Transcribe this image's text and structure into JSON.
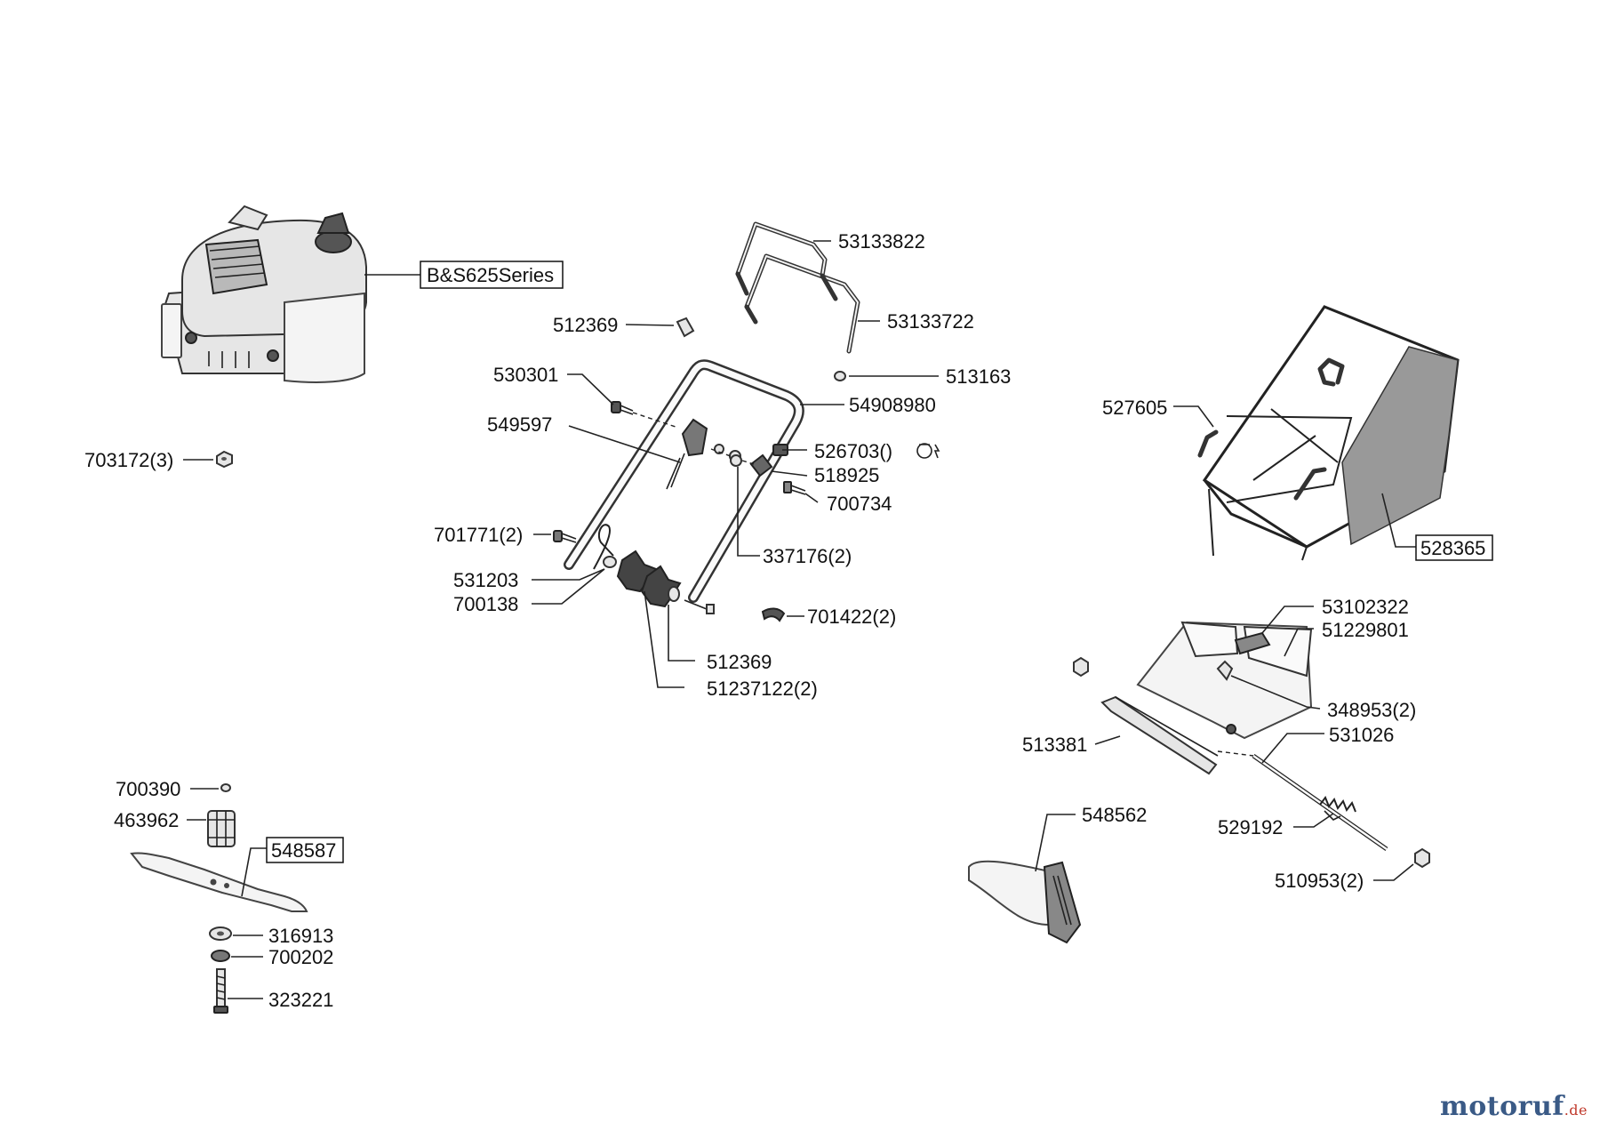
{
  "parts": {
    "engine": "B&S625Series",
    "p703172": "703172(3)",
    "p53133822": "53133822",
    "p53133722": "53133722",
    "p512369a": "512369",
    "p513163": "513163",
    "p530301": "530301",
    "p54908980": "54908980",
    "p549597": "549597",
    "p526703": "526703()",
    "p518925": "518925",
    "p700734": "700734",
    "p701771": "701771(2)",
    "p337176": "337176(2)",
    "p531203": "531203",
    "p700138": "700138",
    "p701422": "701422(2)",
    "p512369b": "512369",
    "p51237122": "51237122(2)",
    "p527605": "527605",
    "p528365": "528365",
    "p53102322": "53102322",
    "p51229801": "51229801",
    "p348953": "348953(2)",
    "p513381": "513381",
    "p531026": "531026",
    "p548562": "548562",
    "p529192": "529192",
    "p510953": "510953(2)",
    "p700390": "700390",
    "p463962": "463962",
    "p548587": "548587",
    "p316913": "316913",
    "p700202": "700202",
    "p323221": "323221"
  },
  "watermark": {
    "main": "motoruf",
    "tld": ".de"
  },
  "icons": {
    "torque": "torque-icon"
  }
}
